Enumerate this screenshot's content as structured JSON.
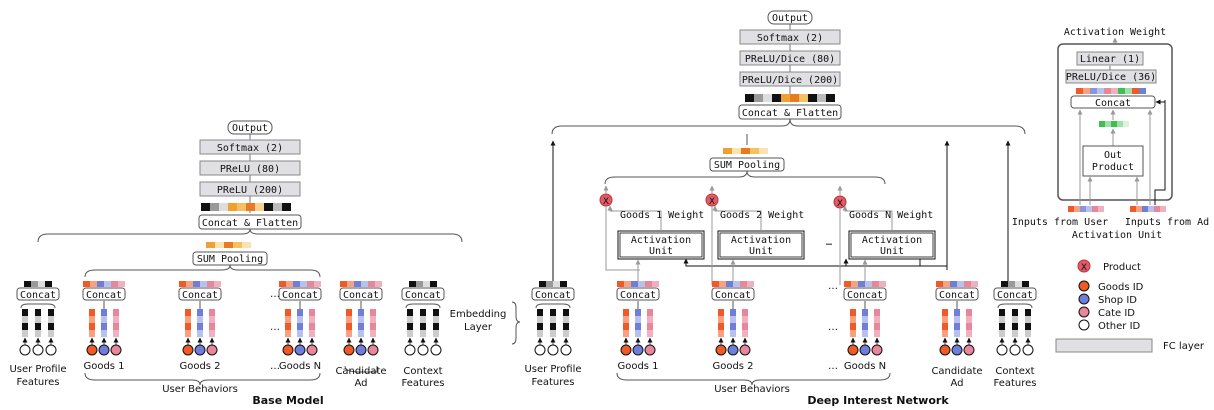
{
  "colors": {
    "fc_fill": "#e0e0e4",
    "goods": "#f05a28",
    "shop": "#6f7fd9",
    "cate": "#e8869a",
    "other": "#ffffff",
    "product": "#e05a6a",
    "orange": "#f0a030",
    "green": "#3fbf4f"
  },
  "base_model": {
    "title": "Base Model",
    "output": "Output",
    "softmax": "Softmax (2)",
    "prelu80": "PReLU (80)",
    "prelu200": "PReLU (200)",
    "concat_flatten": "Concat & Flatten",
    "sum_pooling": "SUM Pooling",
    "concat": "Concat",
    "goods1": "Goods 1",
    "goods2": "Goods 2",
    "goodsN": "Goods N",
    "ellipsis": "…",
    "user_behaviors": "User Behaviors",
    "user_profile_line1": "User Profile",
    "user_profile_line2": "Features",
    "candidate_line1": "Candidate",
    "candidate_line2": "Ad",
    "context_line1": "Context",
    "context_line2": "Features"
  },
  "embedding_line1": "Embedding",
  "embedding_line2": "Layer",
  "din": {
    "title": "Deep Interest Network",
    "output": "Output",
    "softmax": "Softmax (2)",
    "prelu80": "PReLU/Dice (80)",
    "prelu200": "PReLU/Dice (200)",
    "concat_flatten": "Concat & Flatten",
    "sum_pooling": "SUM Pooling",
    "concat": "Concat",
    "weight1": "Goods 1 Weight",
    "weight2": "Goods 2 Weight",
    "weightN": "Goods N Weight",
    "act_line1": "Activation",
    "act_line2": "Unit",
    "product_symbol": "X",
    "goods1": "Goods 1",
    "goods2": "Goods 2",
    "goodsN": "Goods N",
    "ellipsis": "…",
    "user_behaviors": "User Behaviors",
    "user_profile_line1": "User Profile",
    "user_profile_line2": "Features",
    "candidate_line1": "Candidate",
    "candidate_line2": "Ad",
    "context_line1": "Context",
    "context_line2": "Features"
  },
  "activation_unit": {
    "title": "Activation Weight",
    "linear": "Linear (1)",
    "prelu": "PReLU/Dice (36)",
    "concat": "Concat",
    "out_line1": "Out",
    "out_line2": "Product",
    "inputs_user": "Inputs from User",
    "inputs_ad": "Inputs from Ad",
    "caption": "Activation Unit"
  },
  "legend": {
    "product_symbol": "X",
    "product": "Product",
    "goods_id": "Goods ID",
    "shop_id": "Shop ID",
    "cate_id": "Cate ID",
    "other_id": "Other ID",
    "fc_layer": "FC layer"
  }
}
